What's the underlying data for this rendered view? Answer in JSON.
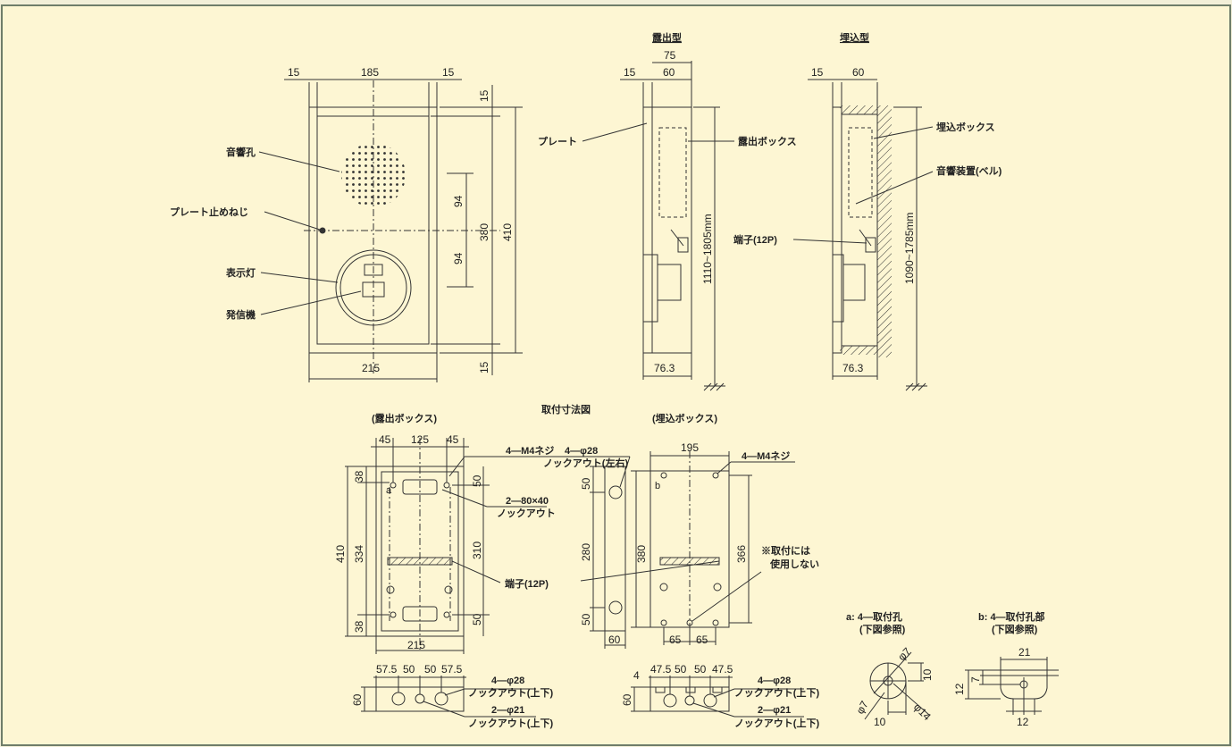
{
  "colors": {
    "background": "#fdf6d3",
    "border": "#6f7d6a",
    "line": "#333333"
  },
  "top": {
    "front": {
      "dims": {
        "left15": "15",
        "width185": "185",
        "right15": "15",
        "total215": "215",
        "top15": "15",
        "bottom15": "15",
        "h94a": "94",
        "h94b": "94",
        "h380": "380",
        "h410": "410"
      },
      "labels": {
        "speaker": "音響孔",
        "screw": "プレート止めねじ",
        "lamp": "表示灯",
        "transmitter": "発信機"
      }
    },
    "surface": {
      "title": "露出型",
      "dims": {
        "d15": "15",
        "d60": "60",
        "d75": "75",
        "d763": "76.3",
        "height": "1110~1805mm"
      },
      "labels": {
        "plate": "プレート",
        "box": "露出ボックス"
      }
    },
    "flush": {
      "title": "埋込型",
      "dims": {
        "d15": "15",
        "d60": "60",
        "d763": "76.3",
        "height": "1090~1785mm"
      },
      "labels": {
        "box": "埋込ボックス",
        "bell": "音響装置(ベル)",
        "terminal": "端子(12P)"
      }
    },
    "caption": "取付寸法図"
  },
  "bottom": {
    "surface_box": {
      "title": "(露出ボックス)",
      "dims": {
        "w45a": "45",
        "w125": "125",
        "w45b": "45",
        "h38a": "38",
        "h334": "334",
        "h38b": "38",
        "h410": "410",
        "h50a": "50",
        "h310": "310",
        "h50b": "50",
        "w215": "215"
      },
      "labels": {
        "screw": "4—M4ネジ",
        "ko_a": "a",
        "ko80": "2—80×40",
        "ko80b": "ノックアウト",
        "terminal": "端子(12P)"
      },
      "bottom_dims": {
        "a": "57.5",
        "b": "50",
        "c": "50",
        "d": "57.5",
        "h": "60"
      },
      "bottom_labels": {
        "ko28": "4—φ28",
        "ko28b": "ノックアウト(上下)",
        "ko21": "2—φ21",
        "ko21b": "ノックアウト(上下)"
      }
    },
    "side": {
      "labels": {
        "ko28": "4—φ28",
        "ko28b": "ノックアウト(左右)"
      },
      "dims": {
        "h50a": "50",
        "h280": "280",
        "h50b": "50",
        "w60": "60"
      }
    },
    "flush_box": {
      "title": "(埋込ボックス)",
      "dims": {
        "w195": "195",
        "h380": "380",
        "h366": "366",
        "w65a": "65",
        "w65b": "65"
      },
      "labels": {
        "screw": "4—M4ネジ",
        "b": "b",
        "note1": "※取付には",
        "note2": "使用しない"
      },
      "bottom_dims": {
        "h4": "4",
        "a": "47.5",
        "b": "50",
        "c": "50",
        "d": "47.5",
        "h": "60"
      },
      "bottom_labels": {
        "ko28": "4—φ28",
        "ko28b": "ノックアウト(上下)",
        "ko21": "2—φ21",
        "ko21b": "ノックアウト(上下)"
      }
    },
    "detail_a": {
      "title": "a: 4—取付孔",
      "sub": "(下図参照)",
      "dims": {
        "phi7a": "φ7",
        "phi7b": "φ7",
        "phi14": "φ14",
        "d10a": "10",
        "d10b": "10"
      }
    },
    "detail_b": {
      "title": "b: 4—取付孔部",
      "sub": "(下図参照)",
      "dims": {
        "d21": "21",
        "d12a": "12",
        "d7": "7",
        "d12b": "12"
      }
    }
  }
}
